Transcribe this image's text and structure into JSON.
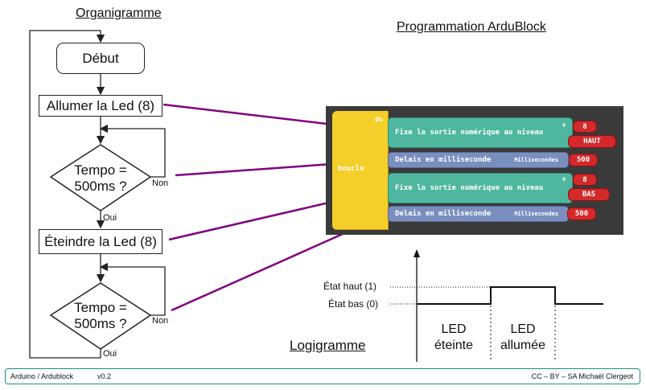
{
  "titles": {
    "flowchart": "Organigramme",
    "program": "Programmation ArduBlock",
    "logic": "Logigramme"
  },
  "flowchart": {
    "start": "Début",
    "step1": "Allumer la Led (8)",
    "decision1_line1": "Tempo =",
    "decision1_line2": "500ms ?",
    "no1": "Non",
    "yes1": "Oui",
    "step2": "Éteindre la Led (8)",
    "decision2_line1": "Tempo =",
    "decision2_line2": "500ms ?",
    "no2": "Non",
    "yes2": "Oui"
  },
  "ardublock": {
    "loop_top": "do",
    "loop_label": "boucle",
    "block1_label": "Fixe la sortie numérique au niveau",
    "block1_pin_symbol": "#",
    "block1_pin": "8",
    "block1_level": "HAUT",
    "block2_label": "Delais en milliseconde",
    "block2_unit": "Millisecondes",
    "block2_value": "500",
    "block3_label": "Fixe la sortie numérique au niveau",
    "block3_pin_symbol": "#",
    "block3_pin": "8",
    "block3_level": "BAS",
    "block4_label": "Delais en milliseconde",
    "block4_unit": "Millisecondes",
    "block4_value": "500"
  },
  "timing": {
    "high_label": "État haut (1)",
    "low_label": "État bas (0)",
    "phase1_line1": "LED",
    "phase1_line2": "éteinte",
    "phase2_line1": "LED",
    "phase2_line2": "allumée"
  },
  "footer": {
    "left": "Arduino / Ardublock",
    "version": "v0.2",
    "right": "CC – BY – SA Michaël Clergeot"
  },
  "colors": {
    "arrow": "#800080",
    "loop_yellow": "#f4cf2a",
    "block_green": "#4fb7a0",
    "block_blue": "#7b8fbf",
    "value_red": "#d4292a",
    "footer_border": "#1f8a8a"
  }
}
